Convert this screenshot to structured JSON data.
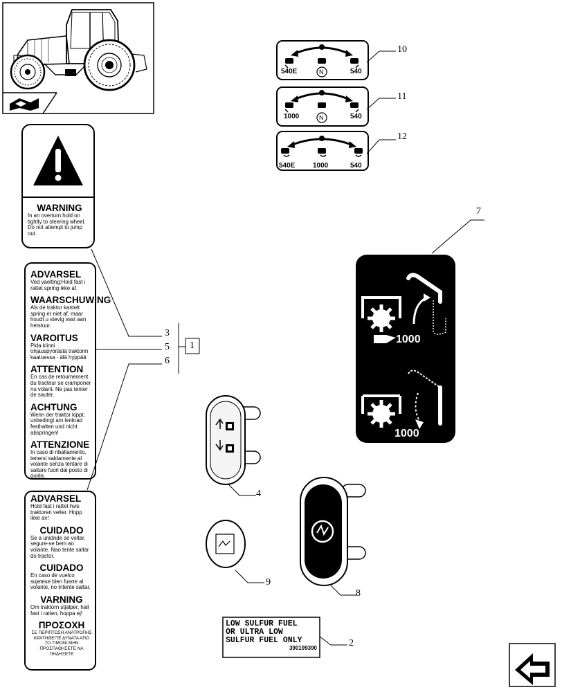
{
  "decals": {
    "pto_10": {
      "labels": [
        "540E",
        "540"
      ]
    },
    "pto_11": {
      "labels": [
        "1000",
        "540"
      ]
    },
    "pto_12": {
      "labels": [
        "540E",
        "1000",
        "540"
      ]
    },
    "n_symbol": "N",
    "warning_en": {
      "heading": "WARNING",
      "text": "In an overturn hold on tightly to steering wheel. Do not attempt to jump out."
    },
    "multi_1": [
      {
        "heading": "ADVARSEL",
        "text": "Ved vaelting:Hold fast i rattet spring ikke af."
      },
      {
        "heading": "WAARSCHUWING",
        "text": "Als de traktor kantelt spring er niet af, maar houdt u stevig vast aan hetstuur."
      },
      {
        "heading": "VAROITUS",
        "text": "Pida kiinni ohjauspyörästä traktorin kaatuessa - älä hyppää"
      },
      {
        "heading": "ATTENTION",
        "text": "En cas de retournement du tracteur se cramponer nu volant. Ne pas tenter de sauter."
      },
      {
        "heading": "ACHTUNG",
        "text": "Wenn der traktor kippt, unbedingt am lenkrad festhalten und nicht abspringen!"
      },
      {
        "heading": "ATTENZIONE",
        "text": "In caso di ribaltamento, tenersi saldamente al volante senza tentare di saltare fuori dal posto di guida."
      }
    ],
    "multi_2": [
      {
        "heading": "ADVARSEL",
        "text": "Hold fast i rattet hvis traktoren velter. Hopp ikke av!"
      },
      {
        "heading": "CUIDADO",
        "text": "Se a unidnde se voltar, segure-se bem ao volante. Nao tente saltar do tractor."
      },
      {
        "heading": "CUIDADO",
        "text": "En caso de vuelco sujetese bien fuerte al volante, no intente saltar."
      },
      {
        "heading": "VARNING",
        "text": "Om traktorn stjälper, hall fast i ratten, hoppa ej!"
      },
      {
        "heading": "ΠΡΟΣΟΧΗ",
        "text": "ΣΕ ΠΕΡΙΠΤΩΣΗ ΑΝΑΤΡΟΠΗΣ ΚΡΑΤΗΘΕΙΤΕ ΔΥΝΑΤΑ ΑΠΟ ΤΟ ΤΙΜΟΝΙ ΜΗΝ ΠΡΟΣΠΑΘΗΣΕΤΕ ΝΑ ΠΗΔΗΞΕΤΕ"
      }
    ],
    "pto_decal_7": {
      "upper": "1000",
      "lower": "1000"
    },
    "fuel": {
      "lines": [
        "LOW SULFUR FUEL",
        "OR ULTRA LOW",
        "SULFUR FUEL ONLY"
      ],
      "part_no": "390199390"
    }
  },
  "callouts": {
    "c1": "1",
    "c2": "2",
    "c3": "3",
    "c4": "4",
    "c5": "5",
    "c6": "6",
    "c7": "7",
    "c8": "8",
    "c9": "9",
    "c10": "10",
    "c11": "11",
    "c12": "12"
  },
  "icons": [
    "tractor-thumbnail",
    "book-icon",
    "warning-triangle-icon",
    "next-page-arrow-icon"
  ]
}
